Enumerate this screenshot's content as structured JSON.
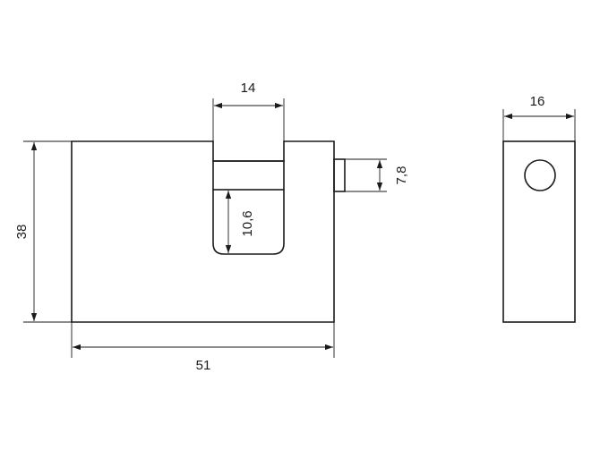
{
  "dimensions": {
    "height": "38",
    "width": "51",
    "shackle_width": "14",
    "shackle_gap": "10,6",
    "bolt_height": "7,8",
    "depth": "16"
  },
  "colors": {
    "line": "#1a1a1a",
    "background": "#ffffff"
  }
}
